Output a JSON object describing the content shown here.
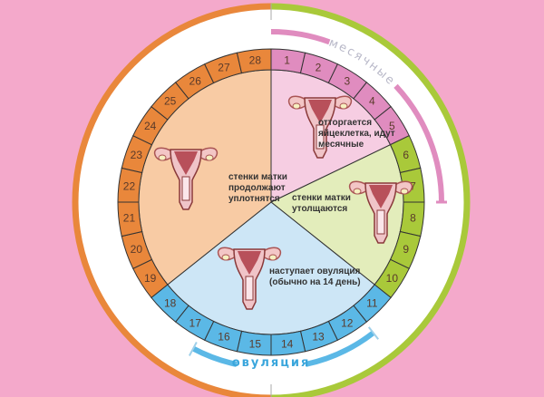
{
  "colors": {
    "background": "#f4a9cb",
    "menstruation": "#e08cbf",
    "menstruation_light": "#f6cde2",
    "follicular": "#a9c93a",
    "follicular_light": "#e3edbb",
    "ovulation": "#5bb8e6",
    "ovulation_light": "#cde6f6",
    "luteal": "#e9873b",
    "luteal_light": "#f8cba4"
  },
  "phases": [
    {
      "id": "menstruation",
      "from": 1,
      "to": 5,
      "text": [
        "отторгается",
        "яйцеклетка, идут",
        "месячные"
      ]
    },
    {
      "id": "follicular",
      "from": 6,
      "to": 10,
      "text": [
        "стенки матки",
        "утолщаются"
      ]
    },
    {
      "id": "ovulation",
      "from": 11,
      "to": 18,
      "text": [
        "наступает овуляция",
        "(обычно на 14 день)"
      ]
    },
    {
      "id": "luteal",
      "from": 19,
      "to": 28,
      "text": [
        "стенки матки",
        "продолжают",
        "уплотнятся"
      ]
    }
  ],
  "days": 28,
  "labels": {
    "menstruation_arc": "месячные",
    "ovulation_arc": "овуляция"
  }
}
